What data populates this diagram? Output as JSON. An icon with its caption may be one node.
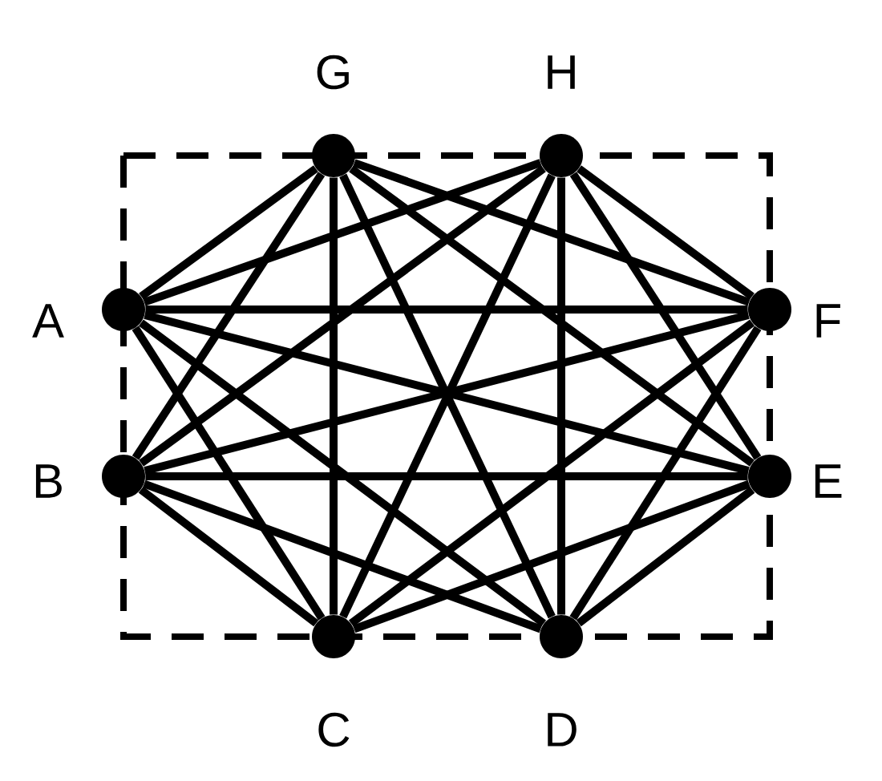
{
  "diagram": {
    "nodes": [
      {
        "text": [],
        "shape": "circle",
        "beside": [
          "G"
        ]
      },
      {
        "text": [],
        "shape": "circle",
        "beside": [
          "H"
        ]
      },
      {
        "text": [],
        "shape": "circle",
        "beside": [
          "A"
        ]
      },
      {
        "text": [],
        "shape": "circle",
        "beside": [
          "F"
        ]
      },
      {
        "text": [],
        "shape": "circle",
        "beside": [
          "B"
        ]
      },
      {
        "text": [],
        "shape": "circle",
        "beside": [
          "E"
        ]
      },
      {
        "text": [],
        "shape": "circle",
        "beside": [
          "C"
        ]
      },
      {
        "text": [],
        "shape": "circle",
        "beside": [
          "D"
        ]
      }
    ],
    "edges": [
      {
        "from": 0,
        "to": 2,
        "arrow": "none"
      },
      {
        "from": 0,
        "to": 3,
        "arrow": "none"
      },
      {
        "from": 0,
        "to": 4,
        "arrow": "none"
      },
      {
        "from": 0,
        "to": 5,
        "arrow": "none"
      },
      {
        "from": 0,
        "to": 6,
        "arrow": "none"
      },
      {
        "from": 0,
        "to": 7,
        "arrow": "none"
      },
      {
        "from": 1,
        "to": 2,
        "arrow": "none"
      },
      {
        "from": 1,
        "to": 3,
        "arrow": "none"
      },
      {
        "from": 1,
        "to": 4,
        "arrow": "none"
      },
      {
        "from": 1,
        "to": 5,
        "arrow": "none"
      },
      {
        "from": 1,
        "to": 6,
        "arrow": "none"
      },
      {
        "from": 1,
        "to": 7,
        "arrow": "none"
      },
      {
        "from": 2,
        "to": 3,
        "arrow": "none"
      },
      {
        "from": 2,
        "to": 5,
        "arrow": "none"
      },
      {
        "from": 2,
        "to": 6,
        "arrow": "none"
      },
      {
        "from": 2,
        "to": 7,
        "arrow": "none"
      },
      {
        "from": 3,
        "to": 4,
        "arrow": "none"
      },
      {
        "from": 3,
        "to": 6,
        "arrow": "none"
      },
      {
        "from": 3,
        "to": 7,
        "arrow": "none"
      },
      {
        "from": 4,
        "to": 5,
        "arrow": "none"
      },
      {
        "from": 4,
        "to": 6,
        "arrow": "none"
      },
      {
        "from": 4,
        "to": 7,
        "arrow": "none"
      },
      {
        "from": 5,
        "to": 6,
        "arrow": "none"
      },
      {
        "from": 5,
        "to": 7,
        "arrow": "none"
      }
    ]
  }
}
